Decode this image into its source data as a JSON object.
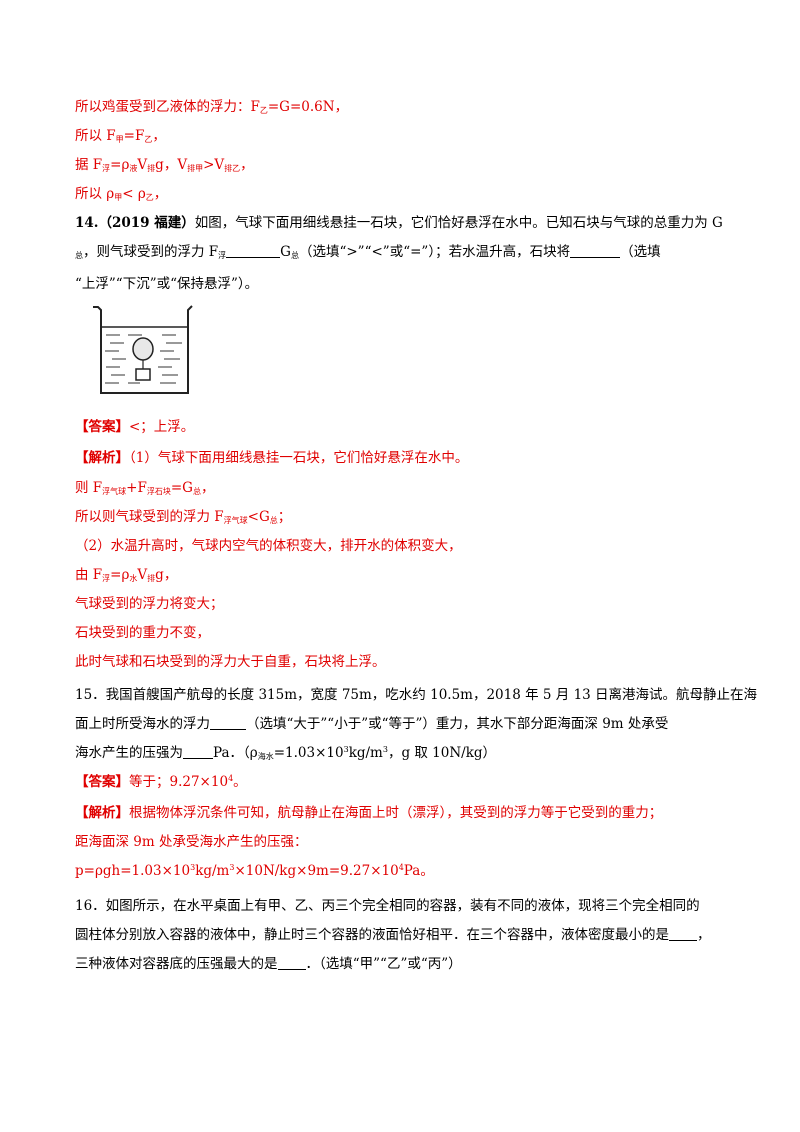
{
  "lines": {
    "l1": "所以鸡蛋受到乙液体的浮力：F",
    "l1_sub": "乙",
    "l1_tail": "=G=0.6N，",
    "l2a": "所以 F",
    "l2_sub1": "甲",
    "l2b": "=F",
    "l2_sub2": "乙",
    "l2c": "，",
    "l3a": "据 F",
    "l3_sub1": "浮",
    "l3b": "=ρ",
    "l3_sub2": "液",
    "l3c": "V",
    "l3_sub3": "排",
    "l3d": "g，V",
    "l3_sub4": "排甲",
    "l3e": ">V",
    "l3_sub5": "排乙",
    "l3f": "，",
    "l4a": "所以 ρ",
    "l4_sub1": "甲",
    "l4b": "< ρ",
    "l4_sub2": "乙",
    "l4c": "，"
  },
  "q14": {
    "number": "14.（2019 福建）",
    "line1": "如图，气球下面用细线悬挂一石块，它们恰好悬浮在水中。已知石块与气球的总重力为 G",
    "line2_sub": "总",
    "line2a": "，则气球受到的浮力 F",
    "line2_sub2": "浮",
    "line2b": "G",
    "line2_sub3": "总",
    "line2c": "（选填“>”“<”或“=”）；若水温升高，石块将",
    "line2d": "（选填",
    "line3": "“上浮”“下沉”或“保持悬浮”）。",
    "answer_label": "【答案】",
    "answer_text": "<；上浮。",
    "analysis_label": "【解析】",
    "a1": "（1）气球下面用细线悬挂一石块，它们恰好悬浮在水中。",
    "a2a": "则 F",
    "a2_sub1": "浮气球",
    "a2b": "+F",
    "a2_sub2": "浮石块",
    "a2c": "=G",
    "a2_sub3": "总",
    "a2d": "，",
    "a3a": "所以则气球受到的浮力 F",
    "a3_sub1": "浮气球",
    "a3b": "<G",
    "a3_sub2": "总",
    "a3c": "；",
    "a4": "（2）水温升高时，气球内空气的体积变大，排开水的体积变大，",
    "a5a": "由 F",
    "a5_sub1": "浮",
    "a5b": "=ρ",
    "a5_sub2": "水",
    "a5c": "V",
    "a5_sub3": "排",
    "a5d": "g，",
    "a6": "气球受到的浮力将变大；",
    "a7": "石块受到的重力不变，",
    "a8": "此时气球和石块受到的浮力大于自重，石块将上浮。"
  },
  "q15": {
    "line1": "15．我国首艘国产航母的长度 315m，宽度 75m，吃水约 10.5m，2018 年 5 月 13 日离港海试。航母静止在海",
    "line2a": "面上时所受海水的浮力",
    "line2b": "（选填“大于”“小于”或“等于”）重力，其水下部分距海面深 9m 处承受",
    "line3a": "海水产生的压强为",
    "line3b": "Pa．（ρ",
    "line3_sub1": "海水",
    "line3c": "=1.03×10",
    "line3_sup1": "3",
    "line3d": "kg/m",
    "line3_sup2": "3",
    "line3e": "，g 取 10N/kg）",
    "answer_label": "【答案】",
    "answer_a": "等于；9.27×10",
    "answer_sup": "4",
    "answer_b": "。",
    "analysis_label": "【解析】",
    "a1": "根据物体浮沉条件可知，航母静止在海面上时（漂浮），其受到的浮力等于它受到的重力；",
    "a2": "距海面深 9m 处承受海水产生的压强：",
    "a3a": "p=ρgh=1.03×10",
    "a3_sup1": "3",
    "a3b": "kg/m",
    "a3_sup2": "3",
    "a3c": "×10N/kg×9m=9.27×10",
    "a3_sup3": "4",
    "a3d": "Pa。"
  },
  "q16": {
    "line1": "16．如图所示，在水平桌面上有甲、乙、丙三个完全相同的容器，装有不同的液体，现将三个完全相同的",
    "line2a": "圆柱体分别放入容器的液体中，静止时三个容器的液面恰好相平．在三个容器中，液体密度最小的是",
    "line2b": "，",
    "line3a": "三种液体对容器底的压强最大的是",
    "line3b": "．（选填“甲”“乙”或“丙”）"
  },
  "colors": {
    "answer": "#e00000",
    "text": "#000000"
  }
}
